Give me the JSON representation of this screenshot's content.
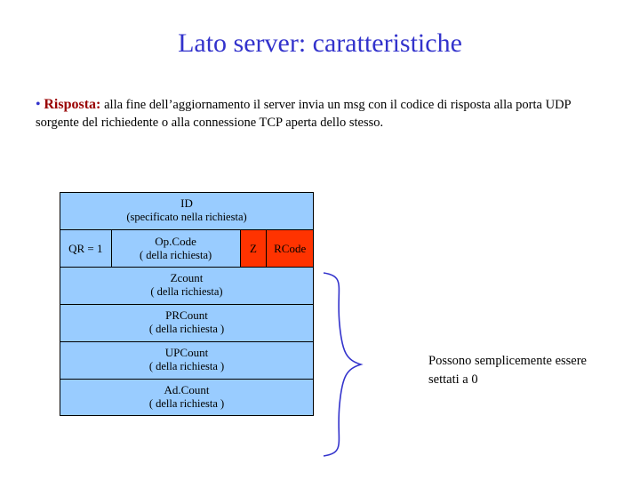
{
  "slide": {
    "title": "Lato server: caratteristiche",
    "bullet": {
      "dot": "•",
      "keyword": "Risposta:",
      "body": "alla fine dell’aggiornamento il server invia un msg con il codice di risposta alla porta UDP sorgente del richiedente o alla connessione TCP aperta dello stesso."
    },
    "packet": {
      "rows": [
        {
          "main": "ID",
          "sub": "(specificato nella richiesta)"
        },
        {
          "main": "Zcount",
          "sub": "( della richiesta)"
        },
        {
          "main": "PRCount",
          "sub": "( della richiesta )"
        },
        {
          "main": "UPCount",
          "sub": "( della richiesta )"
        },
        {
          "main": "Ad.Count",
          "sub": "( della richiesta )"
        }
      ],
      "flags": [
        {
          "main": "QR = 1",
          "sub": "",
          "color": "#99ccff"
        },
        {
          "main": "Op.Code",
          "sub": "( della richiesta)",
          "color": "#99ccff"
        },
        {
          "main": "Z",
          "sub": "",
          "color": "#ff3300"
        },
        {
          "main": "RCode",
          "sub": "",
          "color": "#ff3300"
        }
      ]
    },
    "note": "Possono semplicemente essere settati a 0"
  },
  "colors": {
    "title": "#3333cc",
    "keyword": "#990000",
    "packet_fill": "#99ccff",
    "packet_highlight": "#ff3300",
    "outline": "#000000",
    "brace": "#3333cc"
  }
}
